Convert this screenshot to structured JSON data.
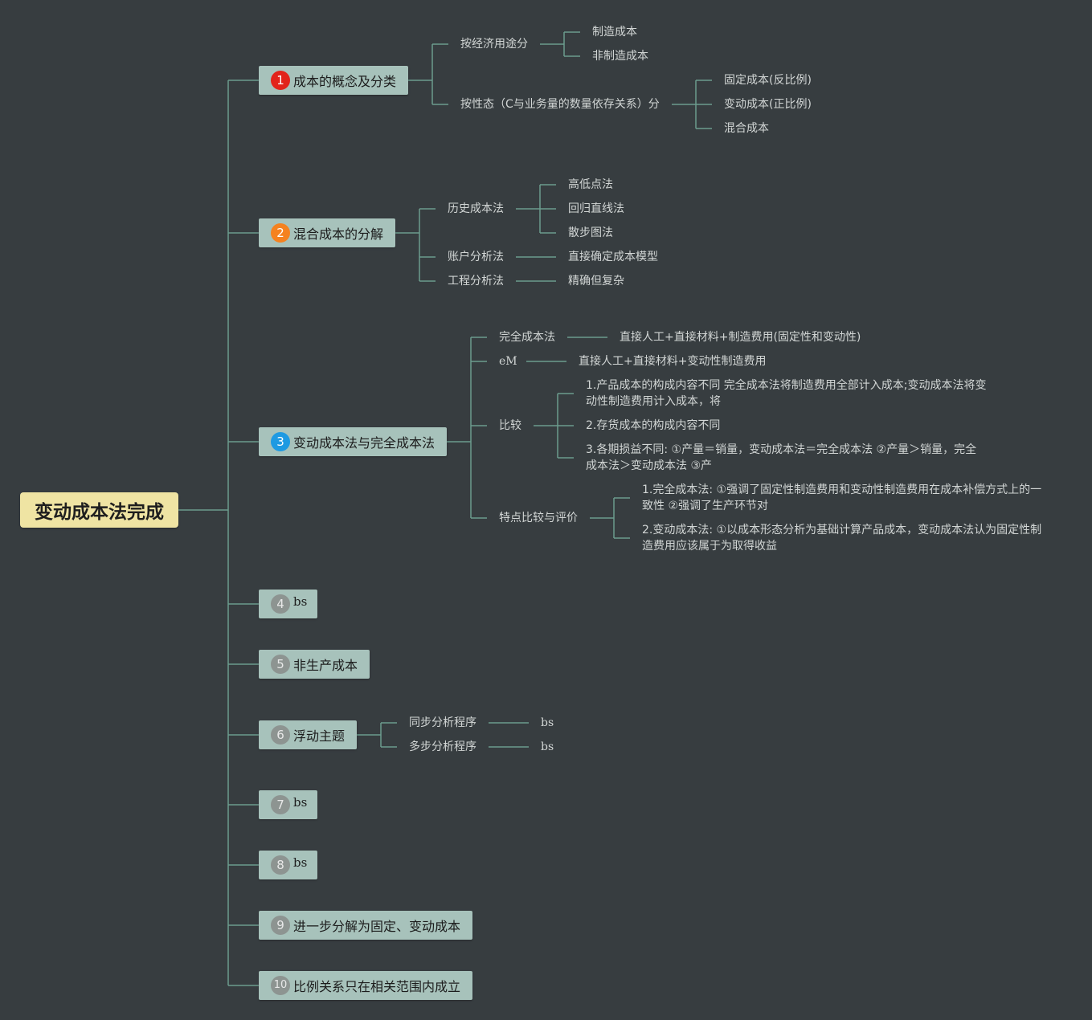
{
  "root": "变动成本法完成",
  "colors": {
    "background": "#373d40",
    "connector": "#6b9c8e",
    "root_fill": "#efe4a3",
    "topic_fill": "#a7c2bb",
    "marker_red": "#e2231a",
    "marker_orange": "#f5821f",
    "marker_blue": "#1e9ae2",
    "marker_gray": "#8d9491"
  },
  "topics": [
    {
      "marker": "1",
      "label": "成本的概念及分类"
    },
    {
      "marker": "2",
      "label": "混合成本的分解"
    },
    {
      "marker": "3",
      "label": "变动成本法与完全成本法"
    },
    {
      "marker": "4",
      "label": "bs"
    },
    {
      "marker": "5",
      "label": "非生产成本"
    },
    {
      "marker": "6",
      "label": "浮动主题"
    },
    {
      "marker": "7",
      "label": "bs"
    },
    {
      "marker": "8",
      "label": "bs"
    },
    {
      "marker": "9",
      "label": "进一步分解为固定、变动成本"
    },
    {
      "marker": "10",
      "label": "比例关系只在相关范围内成立"
    }
  ],
  "t1": {
    "a": "按经济用途分",
    "a1": "制造成本",
    "a2": "非制造成本",
    "b": "按性态（C与业务量的数量依存关系）分",
    "b1": "固定成本(反比例)",
    "b2": "变动成本(正比例)",
    "b3": "混合成本"
  },
  "t2": {
    "a": "历史成本法",
    "a1": "高低点法",
    "a2": "回归直线法",
    "a3": "散步图法",
    "b": "账户分析法",
    "b1": "直接确定成本模型",
    "c": "工程分析法",
    "c1": "精确但复杂"
  },
  "t3": {
    "a": "完全成本法",
    "a1": "直接人工+直接材料+制造费用(固定性和变动性)",
    "b": "eM",
    "b1": "直接人工+直接材料+变动性制造费用",
    "c": "比较",
    "c1": "1.产品成本的构成内容不同 完全成本法将制造费用全部计入成本;变动成本法将变动性制造费用计入成本，将",
    "c2": "2.存货成本的构成内容不同",
    "c3": "3.各期损益不同: ①产量＝销量，变动成本法＝完全成本法 ②产量＞销量，完全成本法＞变动成本法 ③产",
    "d": "特点比较与评价",
    "d1": "1.完全成本法: ①强调了固定性制造费用和变动性制造费用在成本补偿方式上的一致性 ②强调了生产环节对",
    "d2": "2.变动成本法: ①以成本形态分析为基础计算产品成本，变动成本法认为固定性制造费用应该属于为取得收益"
  },
  "t6": {
    "a": "同步分析程序",
    "a1": "bs",
    "b": "多步分析程序",
    "b1": "bs"
  }
}
